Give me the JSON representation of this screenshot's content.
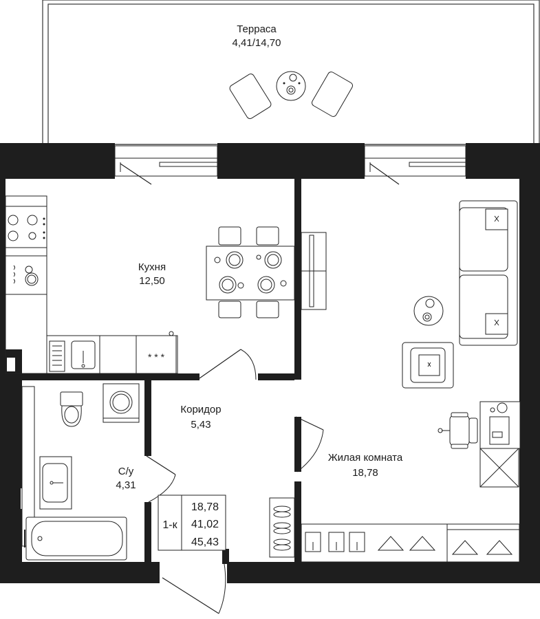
{
  "rooms": {
    "terrace": {
      "name": "Терраса",
      "area": "4,41/14,70"
    },
    "kitchen": {
      "name": "Кухня",
      "area": "12,50"
    },
    "corridor": {
      "name": "Коридор",
      "area": "5,43"
    },
    "bathroom": {
      "name": "С/у",
      "area": "4,31"
    },
    "living": {
      "name": "Жилая комната",
      "area": "18,78"
    }
  },
  "legend": {
    "type": "1-к",
    "living_area": "18,78",
    "total_area": "41,02",
    "total_with_terrace": "45,43"
  },
  "colors": {
    "wall": "#1e1e1e",
    "line": "#222222",
    "background": "#ffffff"
  }
}
